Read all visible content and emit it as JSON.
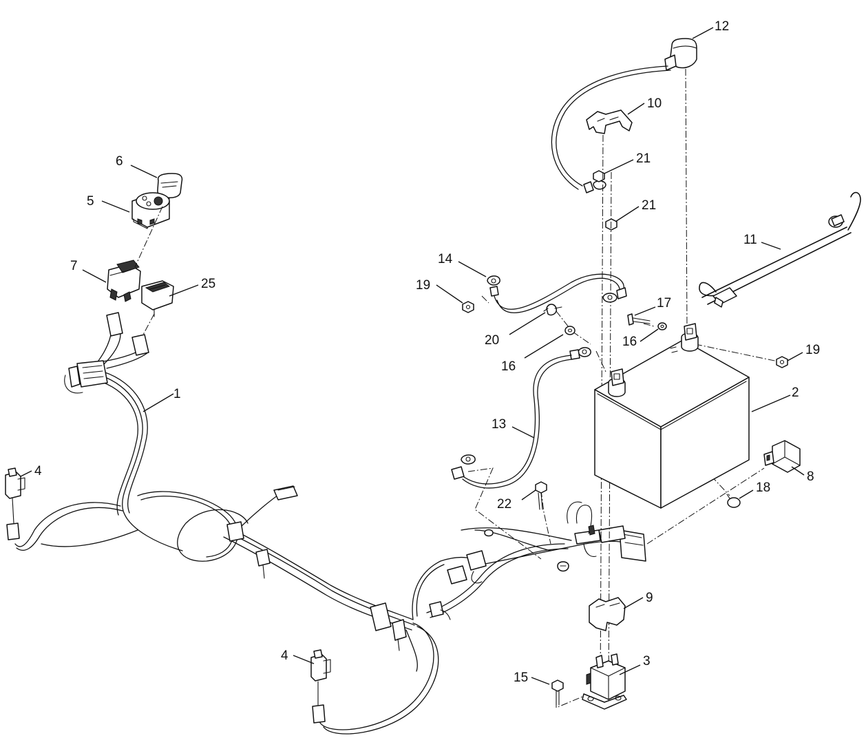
{
  "callouts": [
    {
      "label": "1"
    },
    {
      "label": "2"
    },
    {
      "label": "3"
    },
    {
      "label": "4"
    },
    {
      "label": "4"
    },
    {
      "label": "5"
    },
    {
      "label": "6"
    },
    {
      "label": "7"
    },
    {
      "label": "8"
    },
    {
      "label": "9"
    },
    {
      "label": "10"
    },
    {
      "label": "11"
    },
    {
      "label": "12"
    },
    {
      "label": "13"
    },
    {
      "label": "14"
    },
    {
      "label": "15"
    },
    {
      "label": "16"
    },
    {
      "label": "16"
    },
    {
      "label": "17"
    },
    {
      "label": "18"
    },
    {
      "label": "19"
    },
    {
      "label": "19"
    },
    {
      "label": "20"
    },
    {
      "label": "21"
    },
    {
      "label": "21"
    },
    {
      "label": "22"
    },
    {
      "label": "25"
    }
  ]
}
